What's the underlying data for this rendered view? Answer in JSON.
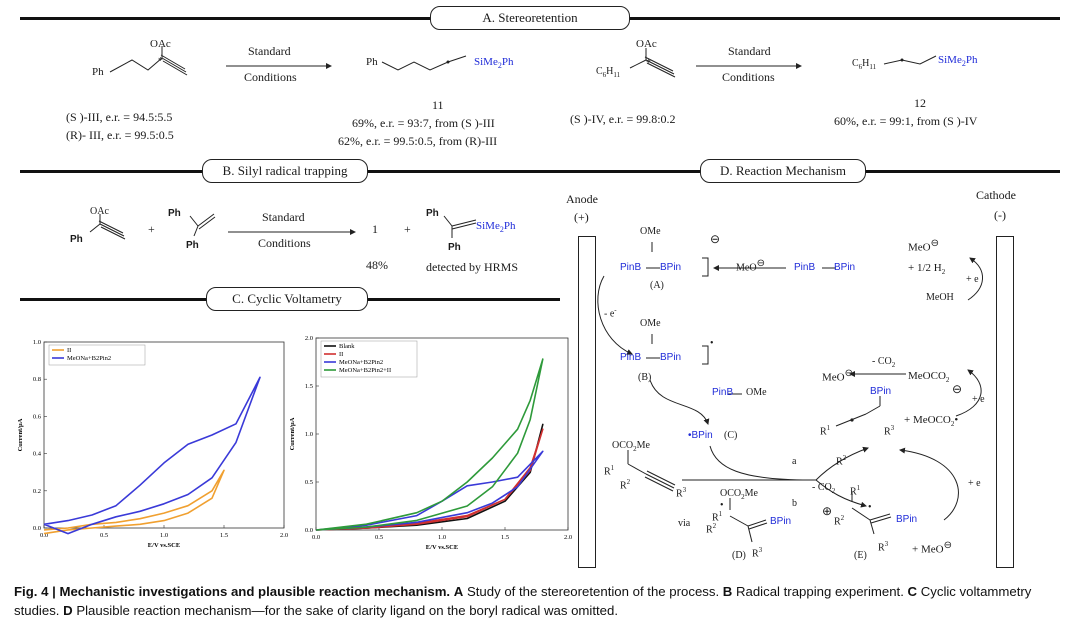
{
  "panel_a": {
    "header": "A. Stereoretention",
    "reaction1": {
      "reactant_sub_top": "OAc",
      "reactant_sub_left": "Ph",
      "star": "*",
      "arrow_top": "Standard",
      "arrow_bottom": "Conditions",
      "product_left": "Ph",
      "product_right": "SiMe",
      "product_right_sub": "2",
      "product_right_end": "Ph",
      "reactant_note1": "(S )-III, e.r. = 94.5:5.5",
      "reactant_note2": "(R)- III, e.r. = 99.5:0.5",
      "product_id": "11",
      "product_note1": "69%, e.r. = 93:7,  from (S )-III",
      "product_note2": "62%, e.r. = 99.5:0.5,  from (R)-III"
    },
    "reaction2": {
      "reactant_sub_top": "OAc",
      "reactant_sub_left": "C",
      "reactant_sub_left_sub": "6",
      "reactant_sub_left_h": "H",
      "reactant_sub_left_hsub": "11",
      "star": "*",
      "arrow_top": "Standard",
      "arrow_bottom": "Conditions",
      "product_left": "C",
      "product_left_sub": "6",
      "product_left_h": "H",
      "product_left_hsub": "11",
      "product_right": "SiMe",
      "product_right_sub": "2",
      "product_right_end": "Ph",
      "reactant_note": "(S )-IV, e.r. = 99.8:0.2",
      "product_id": "12",
      "product_note": "60%, e.r. = 99:1,  from (S )-IV"
    }
  },
  "panel_b": {
    "header": "B. Silyl radical  trapping",
    "reactant1_oac": "OAc",
    "reactant1_ph": "Ph",
    "plus1": "+",
    "reactant2_ph_top": "Ph",
    "reactant2_ph_bottom": "Ph",
    "arrow_top": "Standard",
    "arrow_bottom": "Conditions",
    "product1": "1",
    "product1_yield": "48%",
    "plus2": "+",
    "product2_ph_top": "Ph",
    "product2_ph_bottom": "Ph",
    "product2_si": "SiMe",
    "product2_si_sub": "2",
    "product2_si_end": "Ph",
    "product2_note": "detected   by HRMS"
  },
  "panel_c": {
    "header": "C. Cyclic Voltametry",
    "chart_data": [
      {
        "type": "line",
        "xlabel": "E/V vs.SCE",
        "ylabel": "Current/μA",
        "xlim": [
          0.0,
          2.0
        ],
        "ylim": [
          0.0,
          1.0
        ],
        "xticks": [
          "0.0",
          "0.5",
          "1.0",
          "1.5",
          "2.0"
        ],
        "yticks": [
          "0.0",
          "0.2",
          "0.4",
          "0.6",
          "0.8",
          "1.0"
        ],
        "legend_position": "top-left",
        "series": [
          {
            "name": "II",
            "color": "#f0a030",
            "x": [
              0.0,
              0.2,
              0.4,
              0.6,
              0.8,
              1.0,
              1.2,
              1.4,
              1.5,
              1.4,
              1.2,
              1.0,
              0.8,
              0.6,
              0.4,
              0.2,
              0.0
            ],
            "y": [
              -0.03,
              -0.01,
              0.0,
              0.01,
              0.02,
              0.04,
              0.08,
              0.16,
              0.31,
              0.2,
              0.12,
              0.08,
              0.05,
              0.03,
              0.02,
              0.0,
              -0.01
            ]
          },
          {
            "name": "MeONa+B2Pin2",
            "color": "#3a3ad8",
            "x": [
              0.0,
              0.2,
              0.4,
              0.6,
              0.8,
              1.0,
              1.2,
              1.4,
              1.6,
              1.8,
              1.6,
              1.4,
              1.2,
              1.0,
              0.8,
              0.6,
              0.4,
              0.2,
              0.0
            ],
            "y": [
              0.02,
              0.04,
              0.07,
              0.12,
              0.23,
              0.35,
              0.45,
              0.5,
              0.56,
              0.81,
              0.46,
              0.27,
              0.18,
              0.13,
              0.09,
              0.06,
              0.02,
              -0.03,
              0.02
            ]
          }
        ]
      },
      {
        "type": "line",
        "xlabel": "E/V vs.SCE",
        "ylabel": "Current/μA",
        "xlim": [
          0.0,
          2.0
        ],
        "ylim": [
          0.0,
          2.0
        ],
        "xticks": [
          "0.0",
          "0.5",
          "1.0",
          "1.5",
          "2.0"
        ],
        "yticks": [
          "0.0",
          "0.5",
          "1.0",
          "1.5",
          "2.0"
        ],
        "legend_position": "top-left",
        "series": [
          {
            "name": "Blank",
            "color": "#111111",
            "x": [
              0.0,
              0.4,
              0.8,
              1.2,
              1.5,
              1.7,
              1.8,
              1.7,
              1.5,
              1.2,
              0.8,
              0.4,
              0.0
            ],
            "y": [
              0.0,
              0.02,
              0.05,
              0.12,
              0.3,
              0.6,
              1.1,
              0.6,
              0.3,
              0.12,
              0.05,
              0.02,
              0.0
            ]
          },
          {
            "name": "II",
            "color": "#d03030",
            "x": [
              0.0,
              0.4,
              0.8,
              1.2,
              1.5,
              1.7,
              1.8,
              1.7,
              1.5,
              1.2,
              0.8,
              0.4,
              0.0
            ],
            "y": [
              0.0,
              0.03,
              0.07,
              0.15,
              0.32,
              0.65,
              1.05,
              0.62,
              0.32,
              0.14,
              0.06,
              0.02,
              0.0
            ]
          },
          {
            "name": "MeONa+B2Pin2",
            "color": "#3a3ad8",
            "x": [
              0.0,
              0.4,
              0.8,
              1.0,
              1.2,
              1.4,
              1.6,
              1.8,
              1.6,
              1.4,
              1.2,
              0.8,
              0.4,
              0.0
            ],
            "y": [
              0.0,
              0.05,
              0.15,
              0.3,
              0.46,
              0.5,
              0.55,
              0.82,
              0.45,
              0.28,
              0.18,
              0.08,
              0.03,
              0.0
            ]
          },
          {
            "name": "MeONa+B2Pin2+II",
            "color": "#2e9a3a",
            "x": [
              0.0,
              0.4,
              0.8,
              1.0,
              1.2,
              1.4,
              1.6,
              1.7,
              1.8,
              1.7,
              1.6,
              1.4,
              1.2,
              0.8,
              0.4,
              0.0
            ],
            "y": [
              0.0,
              0.06,
              0.18,
              0.3,
              0.5,
              0.75,
              1.05,
              1.35,
              1.78,
              1.15,
              0.8,
              0.45,
              0.25,
              0.1,
              0.03,
              0.0
            ]
          }
        ]
      }
    ]
  },
  "panel_d": {
    "header": "D. Reaction Mechanism",
    "anode": "Anode",
    "anode_sign": "(+)",
    "cathode": "Cathode",
    "cathode_sign": "(-)",
    "A_ome": "OMe",
    "A_pinb": "PinB",
    "A_bpin": "BPin",
    "A_charge": "⊖",
    "A_label": "(A)",
    "meo_minus": "MeO",
    "meo_charge": "⊖",
    "b2pin2": "PinB",
    "b2pin2_b": "BPin",
    "minus_e": "- e",
    "minus_e_sup": "-",
    "B_ome": "OMe",
    "B_pinb": "PinB",
    "B_bpin": "BPin",
    "B_dot": "•",
    "B_label": "(B)",
    "pinbome": "PinB",
    "pinbome_end": "OMe",
    "C_bpin": "•BPin",
    "C_label": "(C)",
    "substrate_oco": "OCO",
    "substrate_oco_sub": "2",
    "substrate_me": "Me",
    "substrate_r1": "R",
    "substrate_r1_sup": "1",
    "substrate_r2": "R",
    "substrate_r2_sup": "2",
    "substrate_r3": "R",
    "substrate_r3_sup": "3",
    "path_a": "a",
    "path_b": "b",
    "minus_co2": "- CO",
    "minus_co2_sub": "2",
    "via": "via",
    "D_label": "(D)",
    "D_bpin": "BPin",
    "E_label": "(E)",
    "E_bpin": "BPin",
    "E_plus": "⊕",
    "E_meo": "+ MeO",
    "E_meo_charge": "⊖",
    "allene_bpin": "BPin",
    "cathode_meo": "MeO",
    "cathode_meo_charge": "⊖",
    "cathode_h2": "+ 1/2 H",
    "cathode_h2_sub": "2",
    "cathode_plus_e": "+ e",
    "cathode_meoh": "MeOH",
    "meo_right": "MeO",
    "meo_right_charge": "⊖",
    "minus_co2_b": "- CO",
    "minus_co2_b_sub": "2",
    "meoco2": "MeOCO",
    "meoco2_sub": "2",
    "meoco2_charge": "⊖",
    "plus_e_2": "+ e",
    "meoco2_rad": "+ MeOCO",
    "meoco2_rad_sub": "2",
    "meoco2_rad_dot": "•",
    "plus_e_3": "+ e"
  },
  "caption": {
    "fig": "Fig. 4 |",
    "title": "Mechanistic investigations and plausible reaction mechanism.",
    "a": "A",
    "a_text": " Study of the stereoretention of the process. ",
    "b": "B",
    "b_text": " Radical trapping experiment. ",
    "c": "C",
    "c_text": " Cyclic voltammetry studies. ",
    "d": "D",
    "d_text": " Plausible reaction mechanism—for the sake of clarity ligand on the boryl radical was omitted."
  }
}
